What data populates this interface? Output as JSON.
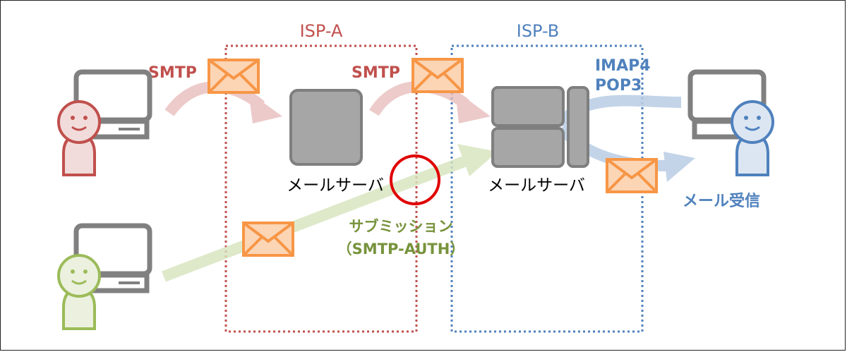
{
  "isp_a": {
    "label": "ISP-A",
    "color": "#c0504d"
  },
  "isp_b": {
    "label": "ISP-B",
    "color": "#4f81bd"
  },
  "protocols": {
    "smtp_1": "SMTP",
    "smtp_2": "SMTP",
    "imap": "IMAP4",
    "pop": "POP3",
    "submission": "サブミッション",
    "submission_sub": "（SMTP-AUTH）",
    "receive": "メール受信"
  },
  "servers": {
    "server_a_label": "メールサーバ",
    "server_b_label": "メールサーバ"
  },
  "colors": {
    "red_person": "#c0504d",
    "green_person": "#9bbb59",
    "blue_person": "#4f81bd",
    "envelope": "#f79646",
    "submission_text": "#77933c",
    "highlight_circle": "#e00000"
  }
}
